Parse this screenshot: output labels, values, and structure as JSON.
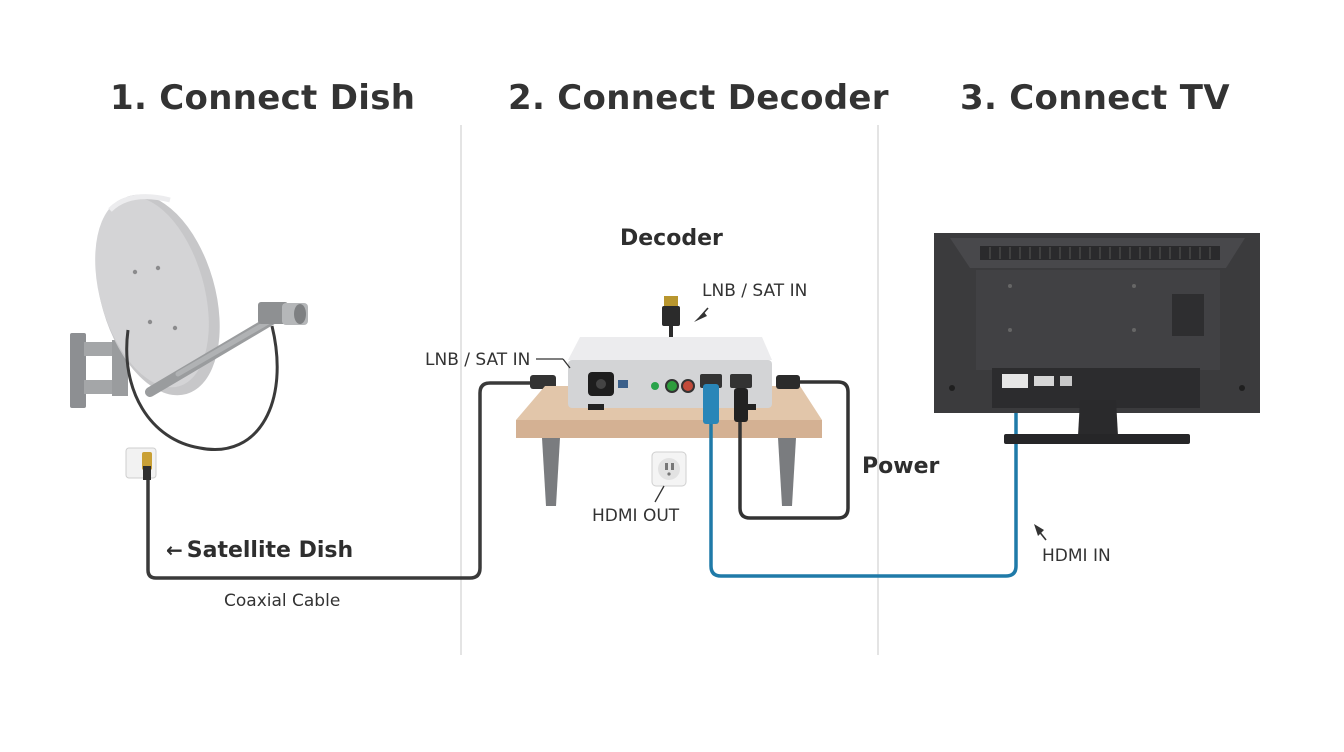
{
  "steps": [
    {
      "title": "1. Connect Dish"
    },
    {
      "title": "2. Connect Decoder"
    },
    {
      "title": "3. Connect TV"
    }
  ],
  "labels": {
    "decoder": "Decoder",
    "lnb_sat_in_top": "LNB / SAT IN",
    "lnb_sat_in_left": "LNB / SAT IN",
    "power": "Power",
    "hdmi_out": "HDMI OUT",
    "hdmi_in": "HDMI IN",
    "satellite_dish": "Satellite Dish",
    "coaxial_cable": "Coaxial Cable"
  },
  "colors": {
    "cable_dark": "#3a3a3a",
    "hdmi_cable": "#1f7aa8",
    "dish": "#bdbdbd",
    "shelf": "#d9b99a",
    "tv_body": "#3b3b3d",
    "decoder_body": "#d6d6d8"
  },
  "icons": {
    "arrow_left": "←"
  }
}
